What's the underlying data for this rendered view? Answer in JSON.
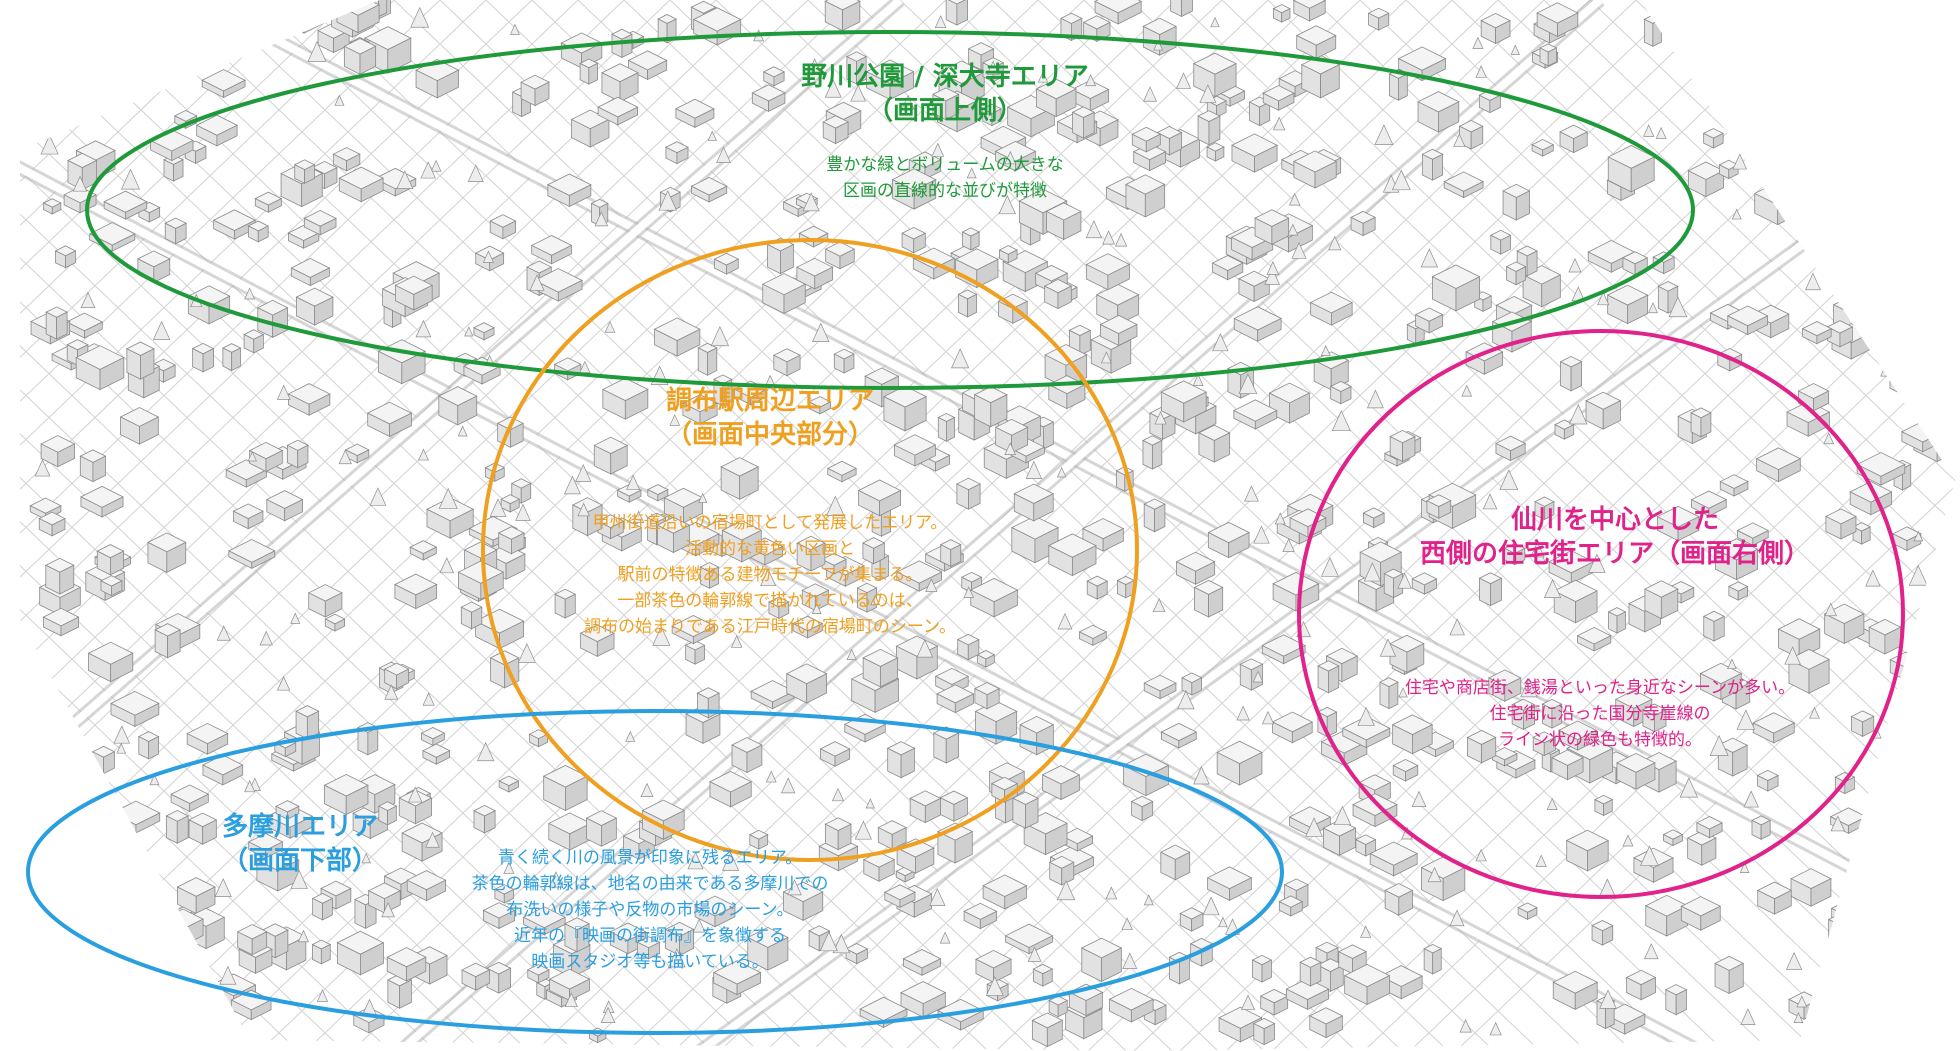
{
  "colors": {
    "green": "#1f9a3a",
    "orange": "#f0a020",
    "magenta": "#e0228a",
    "blue": "#2a9fe0",
    "map_line": "#9a9a9a"
  },
  "areas": {
    "nogawa": {
      "title": [
        "野川公園 / 深大寺エリア",
        "（画面上側）"
      ],
      "desc": [
        "豊かな緑とボリュームの大きな",
        "区画の直線的な並びが特徴"
      ]
    },
    "chofu": {
      "title": [
        "調布駅周辺エリア",
        "（画面中央部分）"
      ],
      "desc": [
        "甲州街道沿いの宿場町として発展したエリア。",
        "活動的な黄色い区画と",
        "駅前の特徴ある建物モチーフが集まる。",
        "一部茶色の輪郭線で描かれているのは、",
        "調布の始まりである江戸時代の宿場町のシーン。"
      ]
    },
    "senkawa": {
      "title": [
        "仙川を中心とした",
        "西側の住宅街エリア（画面右側）"
      ],
      "desc": [
        "住宅や商店街、銭湯といった身近なシーンが多い。",
        "住宅街に沿った国分寺崖線の",
        "ライン状の緑色も特徴的。"
      ]
    },
    "tamagawa": {
      "title": [
        "多摩川エリア",
        "（画面下部）"
      ],
      "desc": [
        "青く続く川の風景が印象に残るエリア。",
        "茶色の輪郭線は、地名の由来である多摩川での",
        "布洗いの様子や反物の市場のシーン。",
        "近年の『映画の街調布』を象徴する",
        "映画スタジオ等も描いている。"
      ]
    }
  }
}
